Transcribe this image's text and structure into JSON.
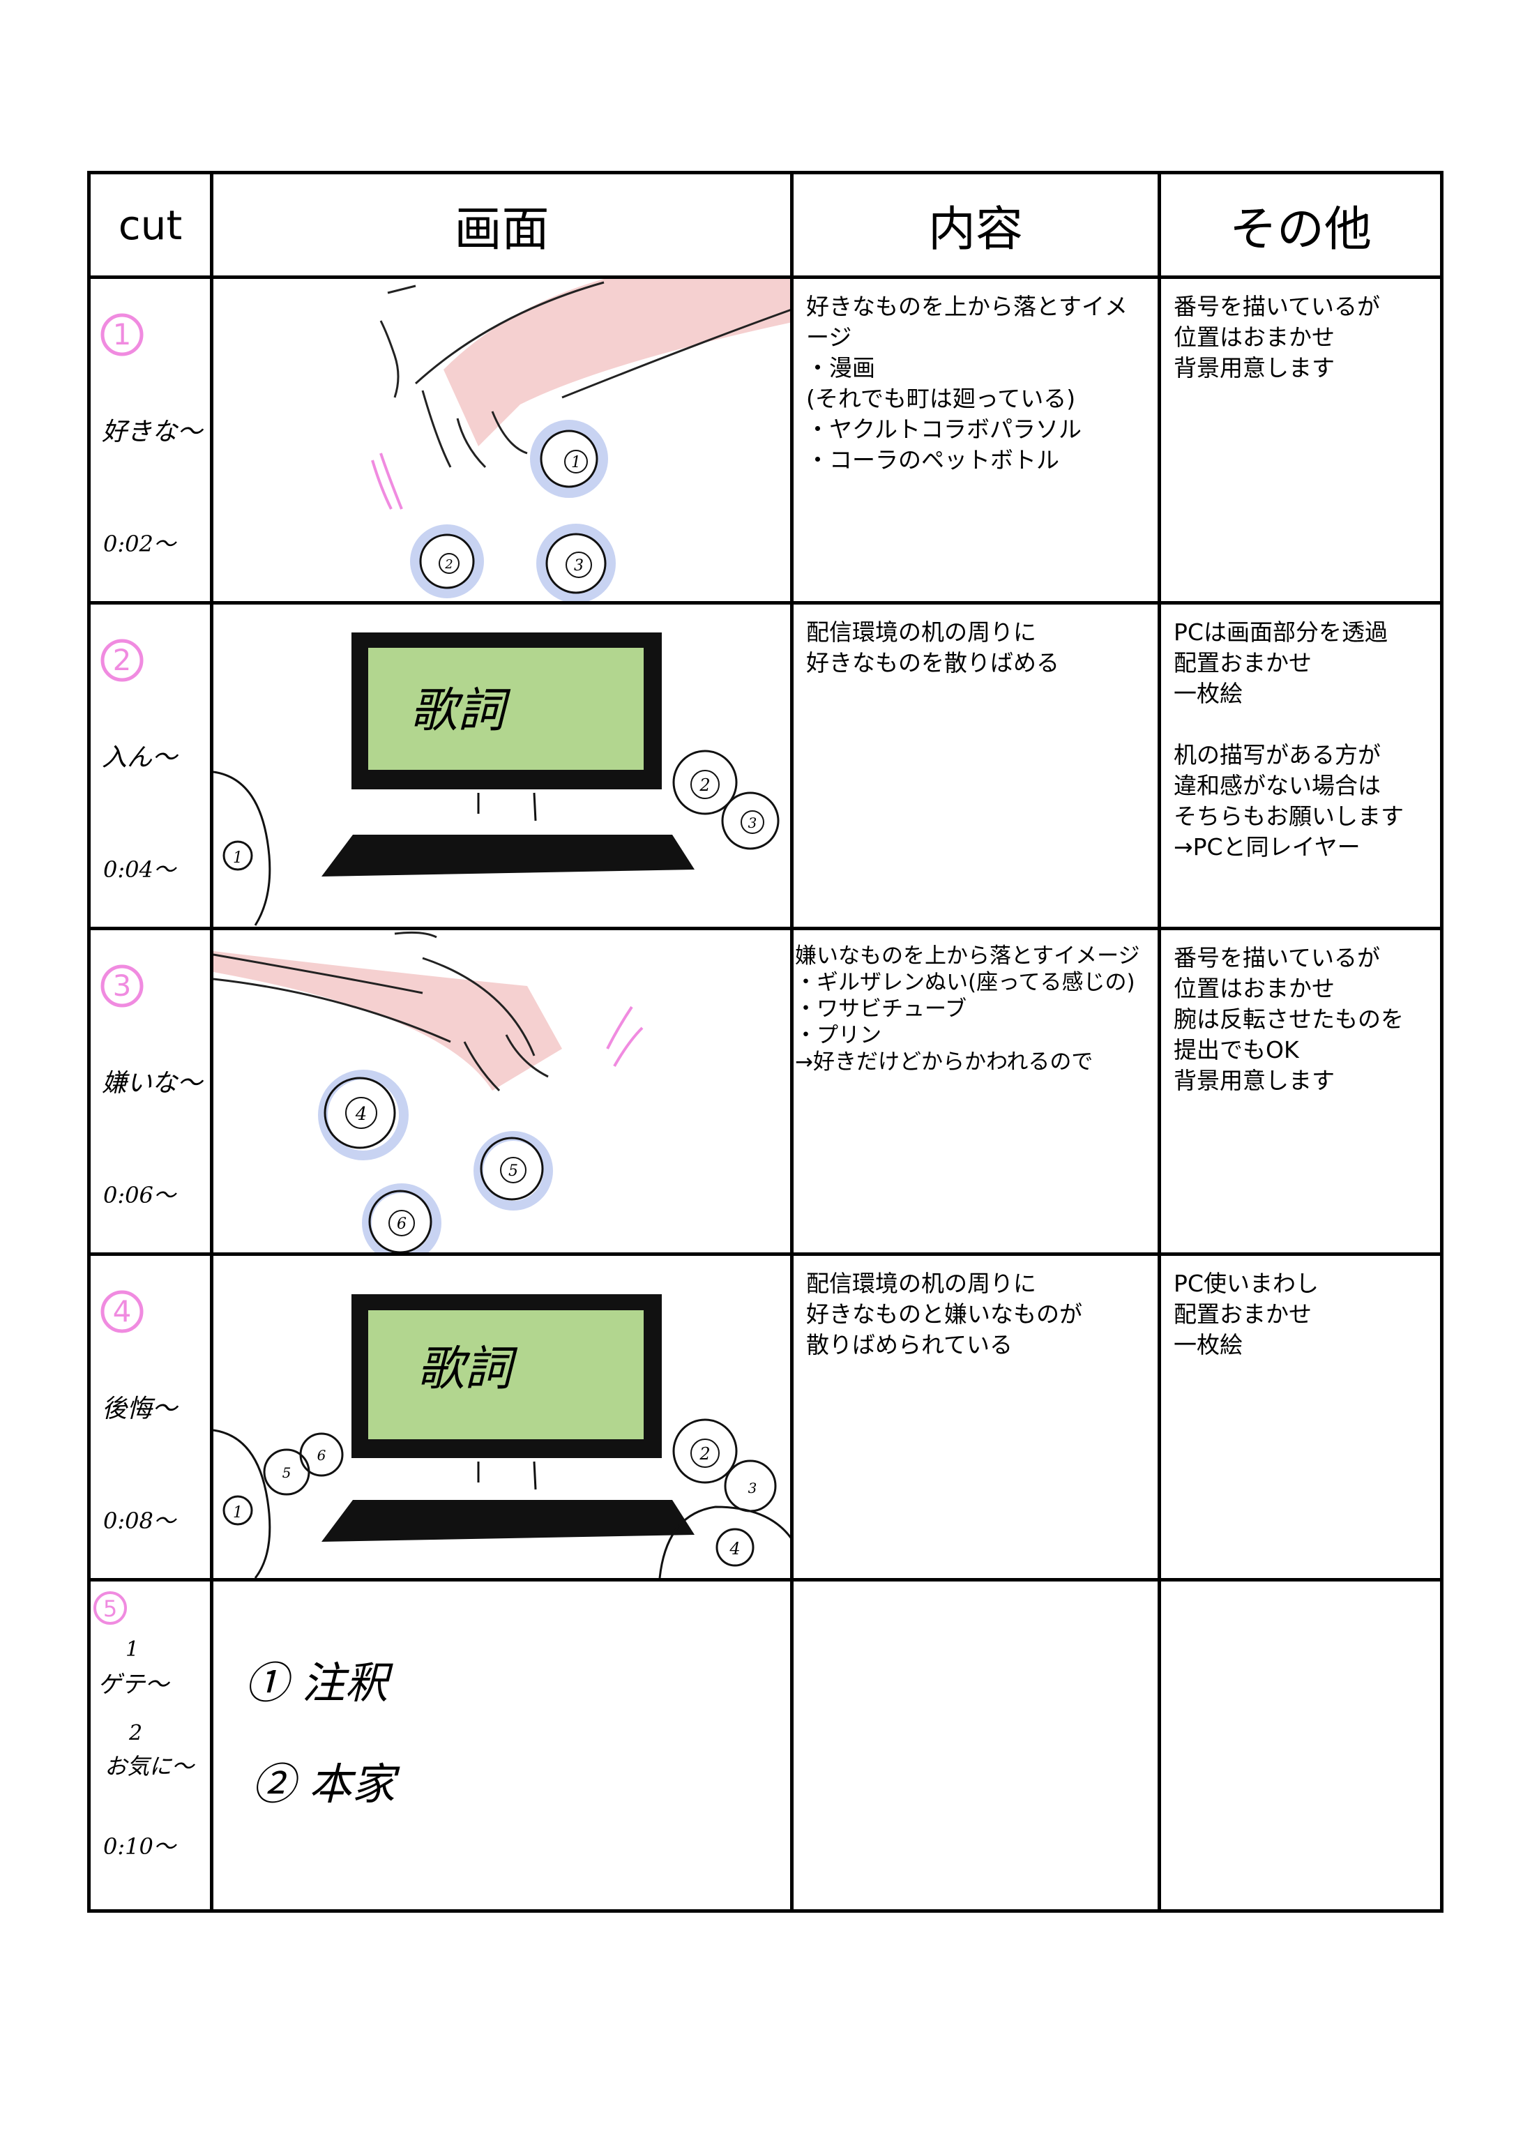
{
  "headers": {
    "cut": "cut",
    "screen": "画面",
    "content": "内容",
    "other": "その他"
  },
  "cut_number_color": "#f08be0",
  "rows": [
    {
      "num": "1",
      "note": "好きな～",
      "time": "0:02～",
      "content": "好きなものを上から落とすイメージ\n・漫画\n(それでも町は廻っている)\n・ヤクルトコラボパラソル\n・コーラのペットボトル",
      "other": "番号を描いているが\n位置はおまかせ\n背景用意します",
      "markers": [
        "1",
        "2",
        "3"
      ]
    },
    {
      "num": "2",
      "note": "入ん～",
      "time": "0:04～",
      "content": "配信環境の机の周りに\n好きなものを散りばめる",
      "other": "PCは画面部分を透過\n配置おまかせ\n一枚絵\n\n机の描写がある方が\n違和感がない場合は\nそちらもお願いします\n→PCと同レイヤー",
      "screen_text": "歌詞",
      "markers": [
        "1",
        "2",
        "3"
      ]
    },
    {
      "num": "3",
      "note": "嫌いな～",
      "time": "0:06～",
      "content": "嫌いなものを上から落とすイメージ\n・ギルザレンぬい(座ってる感じの)\n・ワサビチューブ\n・プリン\n→好きだけどからかわれるので",
      "other": "番号を描いているが\n位置はおまかせ\n腕は反転させたものを\n提出でもOK\n背景用意します",
      "markers": [
        "4",
        "5",
        "6"
      ]
    },
    {
      "num": "4",
      "note": "後悔～",
      "time": "0:08～",
      "content": "配信環境の机の周りに\n好きなものと嫌いなものが\n散りばめられている",
      "other": "PC使いまわし\n配置おまかせ\n一枚絵",
      "screen_text": "歌詞",
      "markers": [
        "1",
        "5",
        "6",
        "2",
        "3",
        "4"
      ]
    },
    {
      "num": "5",
      "note1_num": "1",
      "note1": "ゲテ～",
      "note2_num": "2",
      "note2": "お気に～",
      "time": "0:10～",
      "screen_lines": [
        "① 注釈",
        "② 本家"
      ],
      "content": "",
      "other": ""
    }
  ],
  "colors": {
    "pc_screen": "#b2d68f",
    "hand_shadow": "#f3c4c4",
    "circle_shadow": "#c8d3f2",
    "pink_mark": "#f08be0"
  }
}
